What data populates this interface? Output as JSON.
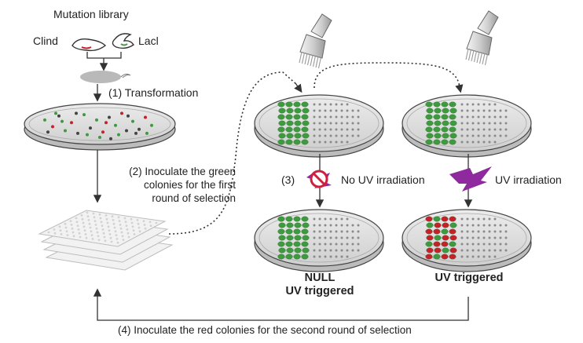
{
  "title": "Mutation library",
  "plasmids": {
    "left": "Clind",
    "right": "Lacl"
  },
  "steps": {
    "transformation": "(1) Transformation",
    "inoculate_green": [
      "(2) Inoculate the green",
      "colonies for the first",
      "round of selection"
    ],
    "step3_marker": "(3)",
    "no_uv": "No UV irradiation",
    "uv": "UV irradiation",
    "inoculate_red": "(4) Inoculate the red colonies for the second round of selection"
  },
  "results": {
    "null_label": [
      "NULL",
      "UV triggered"
    ],
    "uv_label": "UV triggered"
  },
  "colors": {
    "green_colony": "#3e9a3e",
    "red_colony": "#c8202a",
    "grey_dot": "#8a8a8a",
    "plate_fill": "#dcdcdc",
    "uv_bolt": "#8e2a9e",
    "no_sign": "#d01f3c"
  },
  "icons": [
    "pipette-icon",
    "uv-lightning-icon",
    "no-uv-icon",
    "bacteria-icon",
    "plasmid-icon",
    "well-plate-stack-icon"
  ]
}
